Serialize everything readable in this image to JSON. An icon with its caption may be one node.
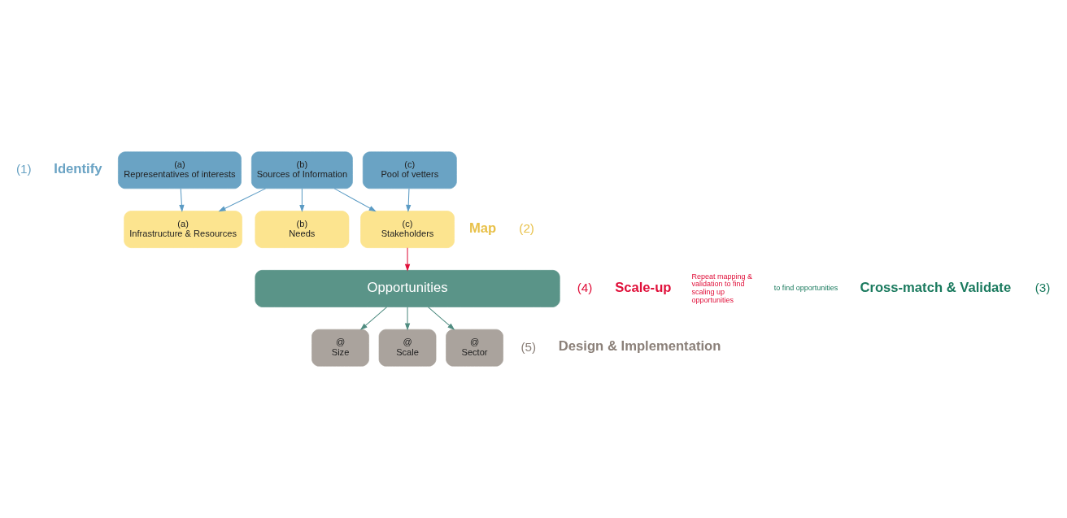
{
  "diagram": {
    "nodes": [
      {
        "text": [
          "(a)",
          "Representatives of interests"
        ]
      },
      {
        "text": [
          "(b)",
          "Sources of Information"
        ]
      },
      {
        "text": [
          "(c)",
          "Pool of vetters"
        ]
      },
      {
        "text": [
          "(a)",
          "Infrastructure & Resources"
        ]
      },
      {
        "text": [
          "(b)",
          "Needs"
        ]
      },
      {
        "text": [
          "(c)",
          "Stakeholders"
        ]
      },
      {
        "text": [
          "Opportunities"
        ]
      },
      {
        "text": [
          "@",
          "Size"
        ]
      },
      {
        "text": [
          "@",
          "Scale"
        ]
      },
      {
        "text": [
          "@",
          "Sector"
        ]
      }
    ],
    "edges": [
      {
        "from": 0,
        "to": 3,
        "arrow": "to"
      },
      {
        "from": 1,
        "to": 3,
        "arrow": "to"
      },
      {
        "from": 1,
        "to": 4,
        "arrow": "to"
      },
      {
        "from": 1,
        "to": 5,
        "arrow": "to"
      },
      {
        "from": 2,
        "to": 5,
        "arrow": "to"
      },
      {
        "from": 5,
        "to": 6,
        "arrow": "to",
        "color": "#e0103a"
      },
      {
        "from": 6,
        "to": 7,
        "arrow": "to",
        "color": "#4f8c80"
      },
      {
        "from": 6,
        "to": 8,
        "arrow": "to",
        "color": "#4f8c80"
      },
      {
        "from": 6,
        "to": 9,
        "arrow": "to",
        "color": "#4f8c80"
      }
    ],
    "labels": [
      "(1)",
      "Identify",
      "(2)",
      "Map",
      "(3)",
      "Cross-match & Validate",
      "to find opportunities",
      "(4)",
      "Scale-up",
      "Repeat mapping & validation to find scaling up opportunities",
      "(5)",
      "Design & Implementation"
    ]
  }
}
